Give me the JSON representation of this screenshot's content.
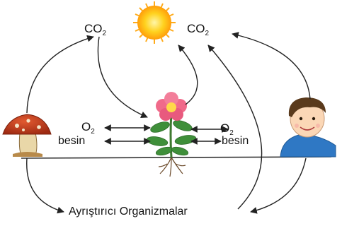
{
  "labels": {
    "co2_left": "CO",
    "co2_left_sub": "2",
    "co2_right": "CO",
    "co2_right_sub": "2",
    "o2_left": "O",
    "o2_left_sub": "2",
    "besin_left": "besin",
    "o2_right": "O",
    "o2_right_sub": "2",
    "besin_right": "besin",
    "decomposers": "Ayrıştırıcı Organizmalar"
  },
  "icons": {
    "sun": "sun-icon",
    "mushroom": "mushroom-icon",
    "plant": "flowering-plant-icon",
    "child": "child-icon"
  },
  "colors": {
    "sun_core": "#ffd21f",
    "sun_rays": "#ff9d0a",
    "mushroom_cap": "#c33a1a",
    "flower": "#f06a8a",
    "leaf": "#3f8f3a",
    "shirt": "#2f78c4",
    "hair": "#5a3a1c",
    "arrow": "#222222"
  }
}
